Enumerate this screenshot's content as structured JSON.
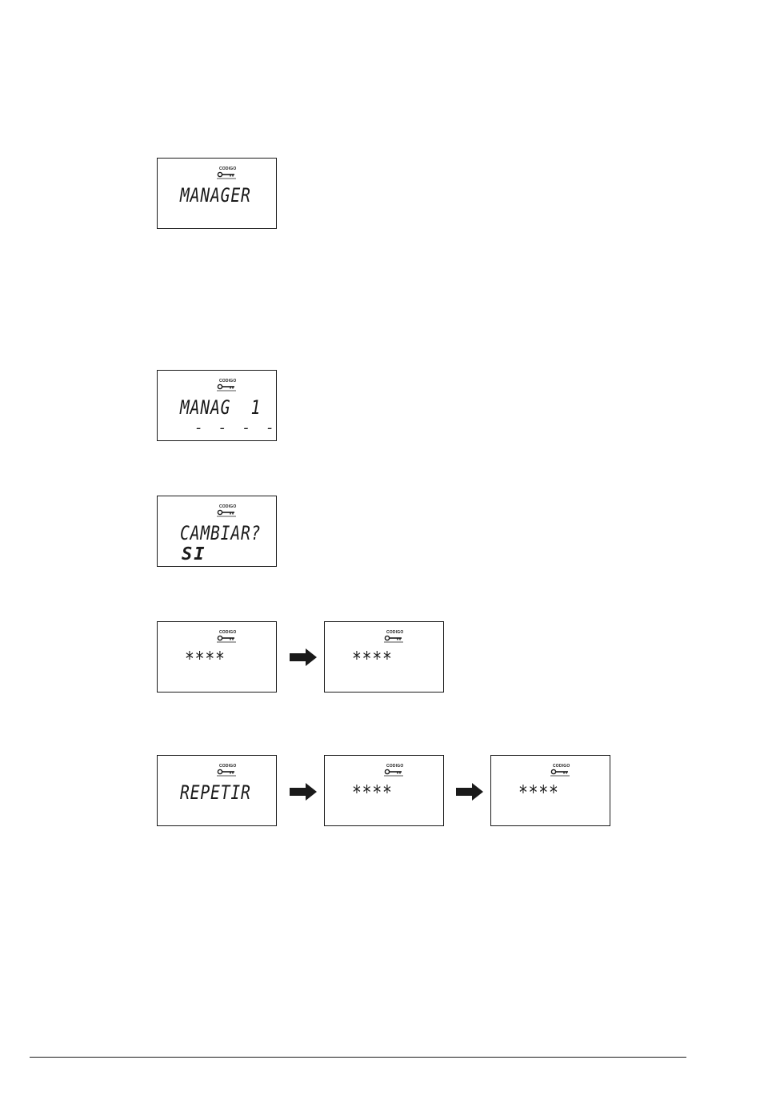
{
  "indicator_label": "CODIGO",
  "indicator_icon": "key-icon",
  "arrow_icon": "right-arrow-icon",
  "displays": {
    "manager": {
      "line1": "MANAGER",
      "line2": ""
    },
    "manag1": {
      "line1": "MANAG  1",
      "line2": "- - - -"
    },
    "cambiar": {
      "line1": "CAMBIAR?",
      "line2": "SI"
    },
    "new_code_a": {
      "line1": "****",
      "line2": ""
    },
    "new_code_b": {
      "line1": "****",
      "line2": ""
    },
    "repetir": {
      "line1": "REPETIR",
      "line2": ""
    },
    "repeat_code_a": {
      "line1": "****",
      "line2": ""
    },
    "repeat_code_b": {
      "line1": "****",
      "line2": ""
    }
  }
}
